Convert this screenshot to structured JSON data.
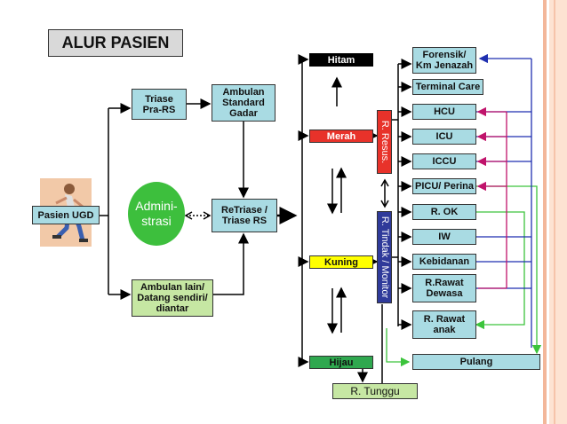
{
  "title": "ALUR  PASIEN",
  "nodes": {
    "pasien_ugd": "Pasien UGD",
    "triase_prars": "Triase\nPra-RS",
    "ambulan_standard": "Ambulan\nStandard\nGadar",
    "administrasi": "Admini-\nstrasi",
    "retriase": "ReTriase /\nTriase RS",
    "ambulan_lain": "Ambulan lain/\nDatang sendiri/\ndiantar",
    "hitam": "Hitam",
    "merah": "Merah",
    "kuning": "Kuning",
    "hijau": "Hijau",
    "r_resus": "R. Resus.",
    "r_tindak": "R. Tindak / Monitor",
    "r_tunggu": "R. Tunggu",
    "forensik": "Forensik/\nKm Jenazah",
    "terminal_care": "Terminal Care",
    "hcu": "HCU",
    "icu": "ICU",
    "iccu": "ICCU",
    "picu": "PICU/ Perina",
    "r_ok": "R. OK",
    "iw": "IW",
    "kebidanan": "Kebidanan",
    "r_rawat_dewasa": "R.Rawat\nDewasa",
    "r_rawat_anak": "R. Rawat\nanak",
    "pulang": "Pulang"
  },
  "colors": {
    "teal_box": "#a9dbe3",
    "green_box": "#c6e7a3",
    "hitam": "#000000",
    "merah": "#e8322a",
    "kuning": "#ffff00",
    "hijau": "#2fa84f",
    "r_resus": "#e8322a",
    "r_tindak": "#2f3a9a",
    "arrow_blue": "#1f2fb0",
    "arrow_magenta": "#c0136b",
    "arrow_green": "#3cc43c"
  },
  "icons": {
    "patient_image": "running-person-image"
  }
}
